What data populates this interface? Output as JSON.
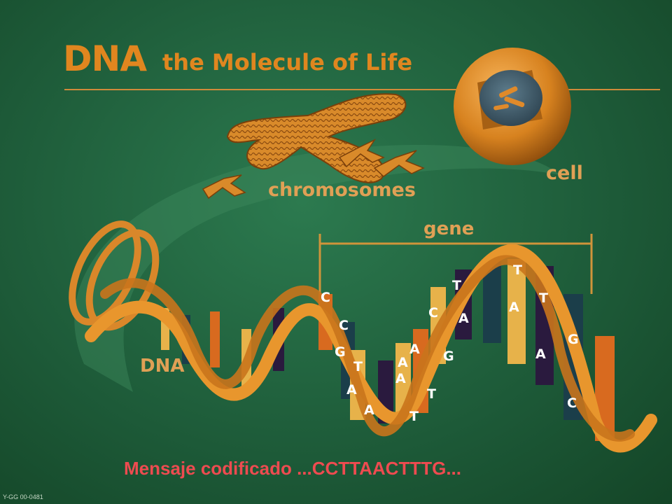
{
  "title": {
    "main": "DNA",
    "rest": "the Molecule of Life"
  },
  "labels": {
    "chromosomes": "chromosomes",
    "cell": "cell",
    "gene": "gene",
    "dna": "DNA"
  },
  "bases": [
    "C",
    "C",
    "G",
    "T",
    "A",
    "A",
    "A",
    "A",
    "T",
    "T",
    "A",
    "G",
    "C",
    "T",
    "A",
    "T",
    "A",
    "T",
    "A",
    "C",
    "G"
  ],
  "message": "Mensaje codificado ...CCTTAACTTTG...",
  "footer": "Y-GG 00-0481",
  "colors": {
    "background": "#1d5a38",
    "accent": "#e0861f",
    "label": "#e0a055",
    "message": "#ee4b50"
  }
}
